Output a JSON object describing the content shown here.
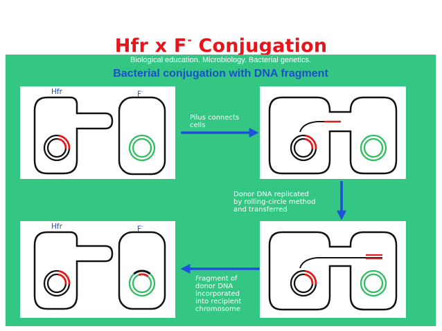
{
  "slide": {
    "title_main": "Hfr x F",
    "title_sup": "-",
    "title_tail": " Conjugation"
  },
  "header": {
    "subtitle": "Biological education.  Microbiology.  Bacterial genetics.",
    "title": "Bacterial conjugation with DNA fragment"
  },
  "panels": {
    "top_left": {
      "hfr_label": "Hfr",
      "f_label": "F",
      "f_sup": "-"
    },
    "bottom_left": {
      "hfr_label": "Hfr",
      "f_label": "F",
      "f_sup": "-"
    }
  },
  "steps": {
    "step1": "Pilus connects\ncells",
    "step2": "Donor DNA replicated\nby rolling-circle method\nand transferred",
    "step3": "Fragment of\ndonor DNA\nincorporated\ninto recipient\nchromosome"
  },
  "colors": {
    "accent_red": "#e8141b",
    "background_green": "#33c783",
    "label_blue": "#1a50c8",
    "arrow_blue": "#1f4fdc",
    "donor_dna": "#e31a1c",
    "recipient_chromosome": "#2ebd5f"
  }
}
